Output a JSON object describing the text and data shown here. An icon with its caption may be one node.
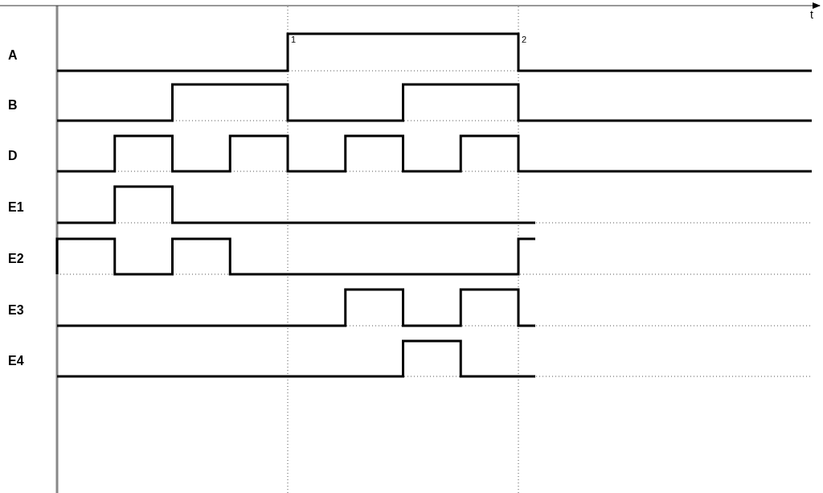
{
  "diagram": {
    "labels": [
      "t",
      "A",
      "1",
      "2",
      "B",
      "D",
      "E1",
      "E2",
      "E3",
      "E4"
    ]
  }
}
